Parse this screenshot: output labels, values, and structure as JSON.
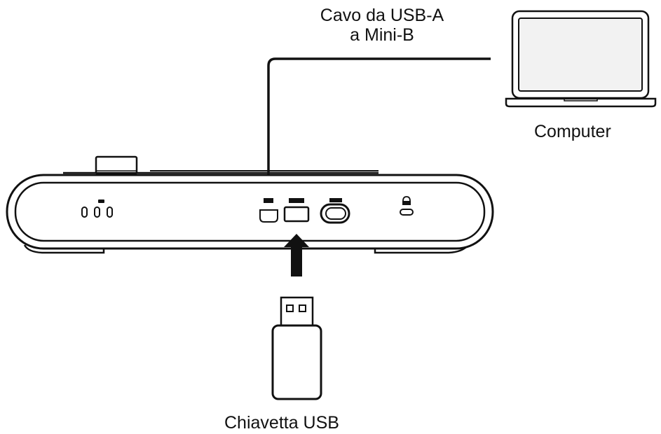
{
  "labels": {
    "cable_line1": "Cavo da USB-A",
    "cable_line2": "a Mini-B",
    "computer": "Computer",
    "usb_stick": "Chiavetta USB"
  },
  "colors": {
    "stroke": "#111111",
    "background": "#ffffff",
    "laptop_screen": "#f2f2f2"
  },
  "icons": [
    "laptop-icon",
    "usb-stick-icon",
    "arrow-up-icon",
    "mini-usb-port-icon",
    "usb-a-port-icon",
    "wifi-button-icon",
    "lock-slot-icon",
    "led-indicators-icon"
  ]
}
